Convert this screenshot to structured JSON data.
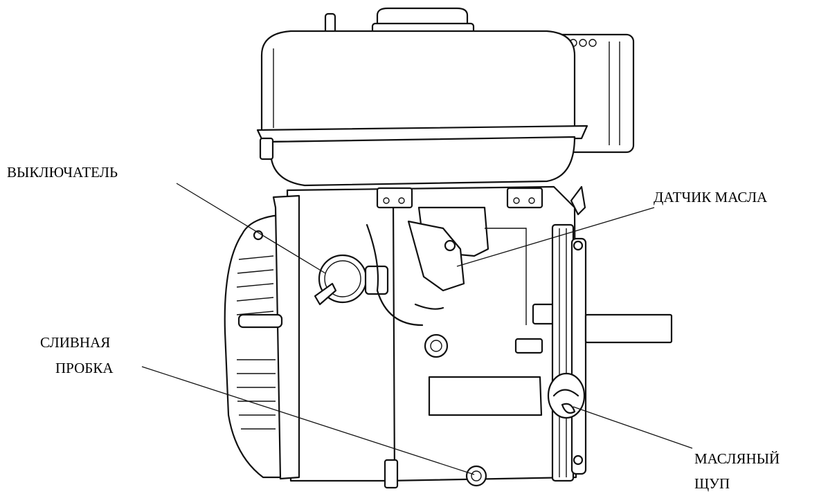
{
  "labels": {
    "switch": "ВЫКЛЮЧАТЕЛЬ",
    "oil_sensor": "ДАТЧИК МАСЛА",
    "drain_plug_line1": "СЛИВНАЯ",
    "drain_plug_line2": "ПРОБКА",
    "dipstick_line1": "МАСЛЯНЫЙ",
    "dipstick_line2": "ЩУП"
  }
}
